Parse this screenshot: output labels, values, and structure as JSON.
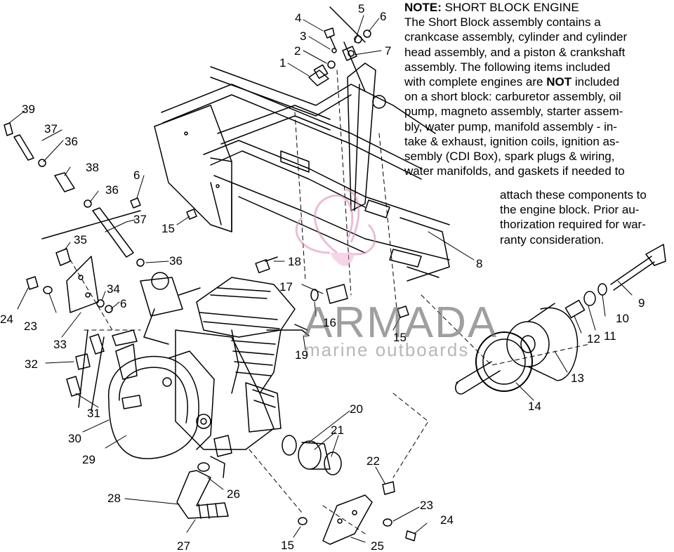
{
  "note": {
    "heading": "NOTE:",
    "heading_rest": "SHORT BLOCK ENGINE",
    "para_a": "The Short Block assembly contains a\ncrankcase assembly, cylinder and cylinder\nhead assembly, and a piston & crankshaft\nassembly.  The following items included\nwith complete engines are ",
    "not_word": "NOT",
    "para_b": " included\non a short block:  carburetor assembly, oil\npump, magneto assembly, starter assem-\nbly, water pump, manifold assembly - in-\ntake & exhaust, ignition coils, ignition as-\nsembly (CDI Box), spark plugs & wiring,\nwater manifolds, and gaskets if needed to",
    "tail": "attach these components to\nthe engine block.  Prior au-\nthorization required for war-\nranty consideration."
  },
  "watermark": {
    "title": "ARMADA",
    "subtitle": "marine outboards"
  },
  "callouts": [
    {
      "id": "c1",
      "text": "1"
    },
    {
      "id": "c2",
      "text": "2"
    },
    {
      "id": "c3",
      "text": "3"
    },
    {
      "id": "c4",
      "text": "4"
    },
    {
      "id": "c5",
      "text": "5"
    },
    {
      "id": "c6a",
      "text": "6"
    },
    {
      "id": "c6b",
      "text": "6"
    },
    {
      "id": "c6c",
      "text": "6"
    },
    {
      "id": "c7",
      "text": "7"
    },
    {
      "id": "c8",
      "text": "8"
    },
    {
      "id": "c9",
      "text": "9"
    },
    {
      "id": "c10",
      "text": "10"
    },
    {
      "id": "c11",
      "text": "11"
    },
    {
      "id": "c12",
      "text": "12"
    },
    {
      "id": "c13",
      "text": "13"
    },
    {
      "id": "c14",
      "text": "14"
    },
    {
      "id": "c15a",
      "text": "15"
    },
    {
      "id": "c15b",
      "text": "15"
    },
    {
      "id": "c15c",
      "text": "15"
    },
    {
      "id": "c16",
      "text": "16"
    },
    {
      "id": "c17",
      "text": "17"
    },
    {
      "id": "c18",
      "text": "18"
    },
    {
      "id": "c19",
      "text": "19"
    },
    {
      "id": "c20",
      "text": "20"
    },
    {
      "id": "c21",
      "text": "21"
    },
    {
      "id": "c22",
      "text": "22"
    },
    {
      "id": "c23a",
      "text": "23"
    },
    {
      "id": "c23b",
      "text": "23"
    },
    {
      "id": "c24a",
      "text": "24"
    },
    {
      "id": "c24b",
      "text": "24"
    },
    {
      "id": "c25",
      "text": "25"
    },
    {
      "id": "c26",
      "text": "26"
    },
    {
      "id": "c27",
      "text": "27"
    },
    {
      "id": "c28",
      "text": "28"
    },
    {
      "id": "c29",
      "text": "29"
    },
    {
      "id": "c30",
      "text": "30"
    },
    {
      "id": "c31",
      "text": "31"
    },
    {
      "id": "c32",
      "text": "32"
    },
    {
      "id": "c33",
      "text": "33"
    },
    {
      "id": "c34",
      "text": "34"
    },
    {
      "id": "c35",
      "text": "35"
    },
    {
      "id": "c36a",
      "text": "36"
    },
    {
      "id": "c36b",
      "text": "36"
    },
    {
      "id": "c36c",
      "text": "36"
    },
    {
      "id": "c37a",
      "text": "37"
    },
    {
      "id": "c37b",
      "text": "37"
    },
    {
      "id": "c38",
      "text": "38"
    },
    {
      "id": "c39",
      "text": "39"
    }
  ]
}
